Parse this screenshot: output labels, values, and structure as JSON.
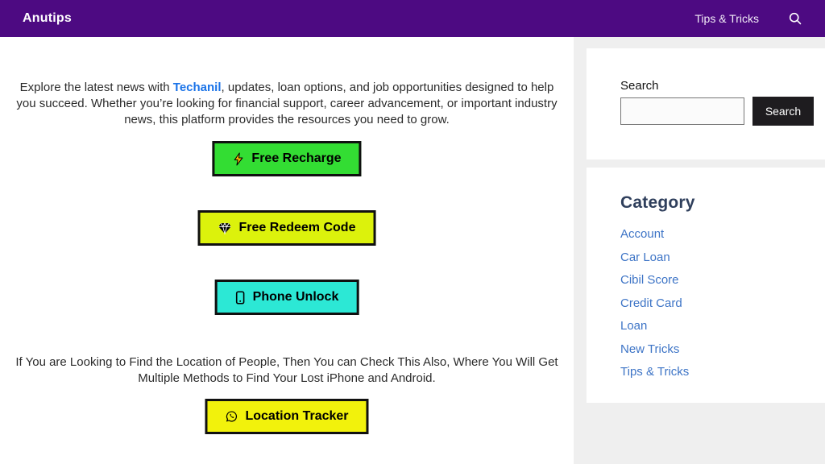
{
  "header": {
    "brand": "Anutips",
    "nav_item": "Tips & Tricks",
    "search_icon": "search-icon"
  },
  "colors": {
    "header_bg": "#4d0a82",
    "link_blue": "#1a73e8",
    "category_title": "#2f3f5c",
    "sidebar_link": "#3d74c6",
    "search_button_bg": "#1e1c1f",
    "sidebar_bg": "#efefef",
    "btn_recharge": "#33dd33",
    "btn_redeem": "#dcf20c",
    "btn_unlock": "#2ce8d5",
    "btn_tracker": "#f2f20c"
  },
  "main": {
    "intro": {
      "before": "Explore the latest news with ",
      "link": "Techanil",
      "after": ", updates, loan options, and job opportunities designed to help you succeed. Whether you’re looking for financial support, career advancement, or important industry news, this platform provides the resources you need to grow."
    },
    "buttons": [
      {
        "label": "Free Recharge",
        "icon": "lightning-icon",
        "bg": "#33dd33"
      },
      {
        "label": "Free Redeem Code",
        "icon": "gem-icon",
        "bg": "#dcf20c"
      },
      {
        "label": "Phone Unlock",
        "icon": "phone-icon",
        "bg": "#2ce8d5"
      },
      {
        "label": "Location Tracker",
        "icon": "whatsapp-icon",
        "bg": "#f2f20c"
      }
    ],
    "location_note": "If You are Looking to Find the Location of People, Then You can Check This Also, Where You Will Get Multiple Methods to Find Your Lost iPhone and Android."
  },
  "sidebar": {
    "search": {
      "label": "Search",
      "button_label": "Search",
      "value": "",
      "placeholder": ""
    },
    "category": {
      "title": "Category",
      "items": [
        "Account",
        "Car Loan",
        "Cibil Score",
        "Credit Card",
        "Loan",
        "New Tricks",
        "Tips & Tricks"
      ]
    }
  }
}
